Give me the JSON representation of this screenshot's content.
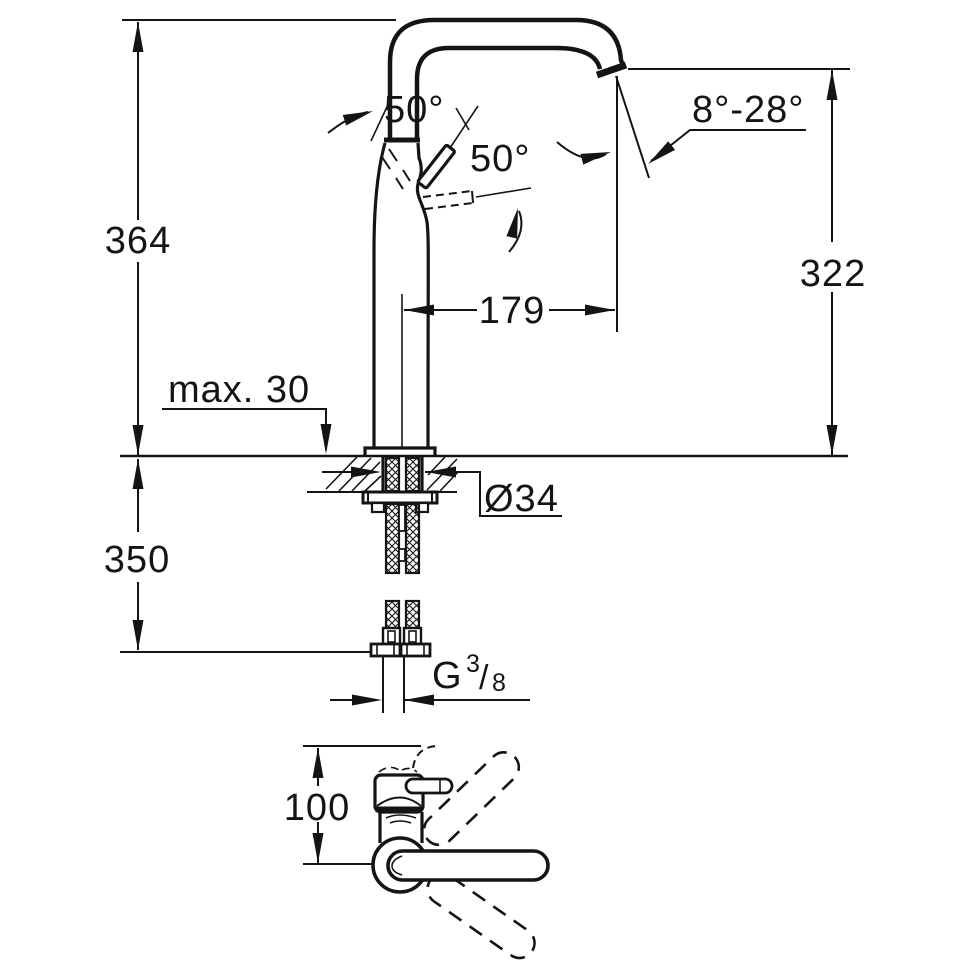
{
  "meta": {
    "background_color": "#ffffff",
    "line_color": "#141414"
  },
  "side_view": {
    "overall_height": "364",
    "height_below_deck": "350",
    "max_counter_thickness": "max. 30",
    "hole_diameter": "Ø34",
    "spout_reach": "179",
    "outlet_height": "322",
    "spray_angle_range": "8°-28°",
    "lever_angle_left": "50°",
    "lever_angle_right": "50°",
    "thread": {
      "g": "G",
      "numerator": "3",
      "slash": "/",
      "denominator": "8"
    }
  },
  "top_view": {
    "depth": "100"
  }
}
